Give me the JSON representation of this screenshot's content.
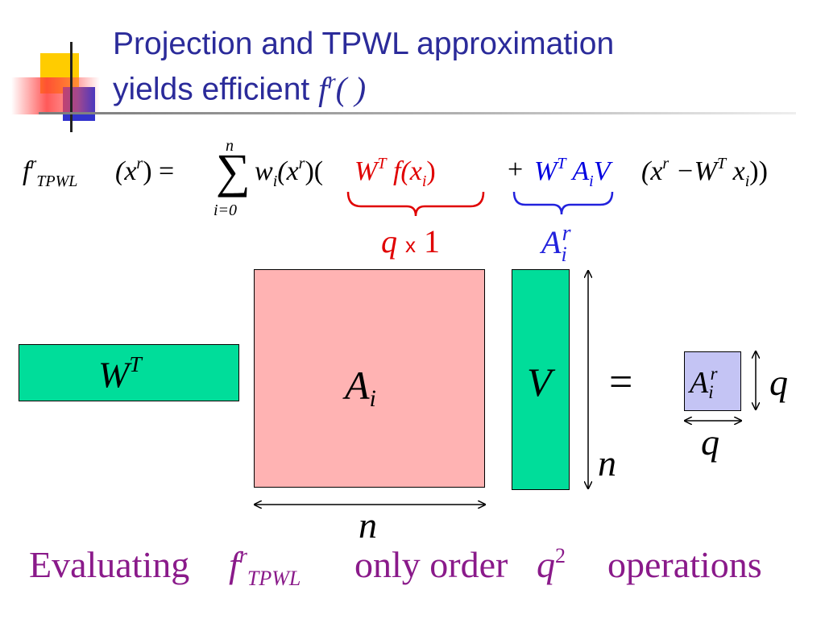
{
  "colors": {
    "title": "#2b2b9a",
    "red": "#e00000",
    "blue": "#0000e0",
    "teal_block": "#00dd9a",
    "pink_block": "#ffb3b3",
    "lavender_block": "#c4c4f4",
    "bottom_text": "#8a1a8a"
  },
  "title": {
    "line1": "Projection and  TPWL approximation",
    "line2": "yields efficient",
    "func": "f",
    "func_sup": "r",
    "func_args": "(  )"
  },
  "equation": {
    "lhs_f": "f",
    "lhs_sup": "r",
    "lhs_sub": "TPWL",
    "lhs_args": "(x",
    "lhs_arg_sup": "r",
    "lhs_close": ") =",
    "sum_upper": "n",
    "sum_symbol": "∑",
    "sum_lower": "i=0",
    "w": "w",
    "w_sub": "i",
    "w_args": "(x",
    "w_arg_sup": "r",
    "w_close": ")(",
    "red_term": "W",
    "red_sup": "T",
    "red_f": "f",
    "red_args": "(x",
    "red_sub": "i",
    "red_close": ")",
    "plus": "+",
    "blue_W": "W",
    "blue_sup": "T",
    "blue_A": "A",
    "blue_A_sub": "i",
    "blue_V": "V",
    "tail_open": "(x",
    "tail_sup": "r",
    "tail_minus": "−W",
    "tail_W_sup": "T",
    "tail_x": "x",
    "tail_x_sub": "i",
    "tail_close": "))"
  },
  "brace_labels": {
    "red_q": "q",
    "red_x": "x",
    "red_one": "1",
    "blue_A": "A",
    "blue_A_sub": "i",
    "blue_A_sup": "r"
  },
  "blocks": {
    "wt": {
      "base": "W",
      "sup": "T"
    },
    "ai": {
      "base": "A",
      "sub": "i"
    },
    "v": {
      "base": "V"
    },
    "equals": "=",
    "air": {
      "base": "A",
      "sub": "i",
      "sup": "r"
    }
  },
  "dimensions": {
    "v_height": "n",
    "ai_width": "n",
    "air_height": "q",
    "air_width": "q"
  },
  "bottom": {
    "prefix": "Evaluating",
    "f": "f",
    "f_sup": "r",
    "f_sub": "TPWL",
    "middle": "only order",
    "q": "q",
    "q_sup": "2",
    "suffix": "operations"
  }
}
